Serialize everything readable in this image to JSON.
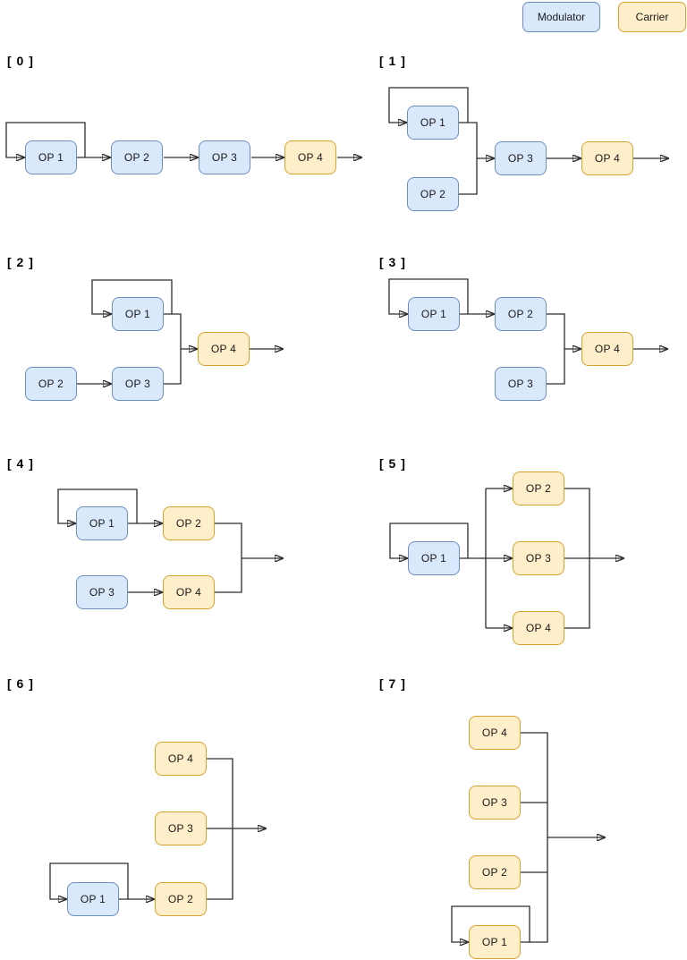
{
  "legend": {
    "modulator_label": "Modulator",
    "carrier_label": "Carrier"
  },
  "colors": {
    "modulator_fill": "#dae8fc",
    "modulator_stroke": "#6c8ebf",
    "carrier_fill": "#ffeeca",
    "carrier_stroke": "#d6a32e",
    "wire": "#2d2d2d",
    "label_text": "#000000"
  },
  "algorithms": [
    {
      "id": "[ 0 ]",
      "ops": [
        {
          "label": "OP 1",
          "role": "modulator",
          "feedback": true
        },
        {
          "label": "OP 2",
          "role": "modulator"
        },
        {
          "label": "OP 3",
          "role": "modulator"
        },
        {
          "label": "OP 4",
          "role": "carrier"
        }
      ],
      "connections": [
        "OP 1 -> OP 2",
        "OP 2 -> OP 3",
        "OP 3 -> OP 4",
        "OP 4 -> out",
        "OP 1 -> OP 1 feedback"
      ]
    },
    {
      "id": "[ 1 ]",
      "ops": [
        {
          "label": "OP 1",
          "role": "modulator",
          "feedback": true
        },
        {
          "label": "OP 2",
          "role": "modulator"
        },
        {
          "label": "OP 3",
          "role": "modulator"
        },
        {
          "label": "OP 4",
          "role": "carrier"
        }
      ],
      "connections": [
        "OP 1 -> OP 3",
        "OP 2 -> OP 3",
        "OP 3 -> OP 4",
        "OP 4 -> out",
        "OP 1 -> OP 1 feedback"
      ]
    },
    {
      "id": "[ 2 ]",
      "ops": [
        {
          "label": "OP 1",
          "role": "modulator",
          "feedback": true
        },
        {
          "label": "OP 2",
          "role": "modulator"
        },
        {
          "label": "OP 3",
          "role": "modulator"
        },
        {
          "label": "OP 4",
          "role": "carrier"
        }
      ],
      "connections": [
        "OP 1 -> OP 4",
        "OP 2 -> OP 3",
        "OP 3 -> OP 4",
        "OP 4 -> out",
        "OP 1 -> OP 1 feedback"
      ]
    },
    {
      "id": "[ 3 ]",
      "ops": [
        {
          "label": "OP 1",
          "role": "modulator",
          "feedback": true
        },
        {
          "label": "OP 2",
          "role": "modulator"
        },
        {
          "label": "OP 3",
          "role": "modulator"
        },
        {
          "label": "OP 4",
          "role": "carrier"
        }
      ],
      "connections": [
        "OP 1 -> OP 2",
        "OP 2 -> OP 4",
        "OP 3 -> OP 4",
        "OP 4 -> out",
        "OP 1 -> OP 1 feedback"
      ]
    },
    {
      "id": "[ 4 ]",
      "ops": [
        {
          "label": "OP 1",
          "role": "modulator",
          "feedback": true
        },
        {
          "label": "OP 2",
          "role": "carrier"
        },
        {
          "label": "OP 3",
          "role": "modulator"
        },
        {
          "label": "OP 4",
          "role": "carrier"
        }
      ],
      "connections": [
        "OP 1 -> OP 2",
        "OP 3 -> OP 4",
        "OP 2 -> out",
        "OP 4 -> out",
        "OP 1 -> OP 1 feedback"
      ]
    },
    {
      "id": "[ 5 ]",
      "ops": [
        {
          "label": "OP 1",
          "role": "modulator",
          "feedback": true
        },
        {
          "label": "OP 2",
          "role": "carrier"
        },
        {
          "label": "OP 3",
          "role": "carrier"
        },
        {
          "label": "OP 4",
          "role": "carrier"
        }
      ],
      "connections": [
        "OP 1 -> OP 2",
        "OP 1 -> OP 3",
        "OP 1 -> OP 4",
        "OP 2 -> out",
        "OP 3 -> out",
        "OP 4 -> out",
        "OP 1 -> OP 1 feedback"
      ]
    },
    {
      "id": "[ 6 ]",
      "ops": [
        {
          "label": "OP 1",
          "role": "modulator",
          "feedback": true
        },
        {
          "label": "OP 2",
          "role": "carrier"
        },
        {
          "label": "OP 3",
          "role": "carrier"
        },
        {
          "label": "OP 4",
          "role": "carrier"
        }
      ],
      "connections": [
        "OP 1 -> OP 2",
        "OP 2 -> out",
        "OP 3 -> out",
        "OP 4 -> out",
        "OP 1 -> OP 1 feedback"
      ]
    },
    {
      "id": "[ 7 ]",
      "ops": [
        {
          "label": "OP 1",
          "role": "carrier",
          "feedback": true
        },
        {
          "label": "OP 2",
          "role": "carrier"
        },
        {
          "label": "OP 3",
          "role": "carrier"
        },
        {
          "label": "OP 4",
          "role": "carrier"
        }
      ],
      "connections": [
        "OP 1 -> out",
        "OP 2 -> out",
        "OP 3 -> out",
        "OP 4 -> out",
        "OP 1 -> OP 1 feedback"
      ]
    }
  ]
}
